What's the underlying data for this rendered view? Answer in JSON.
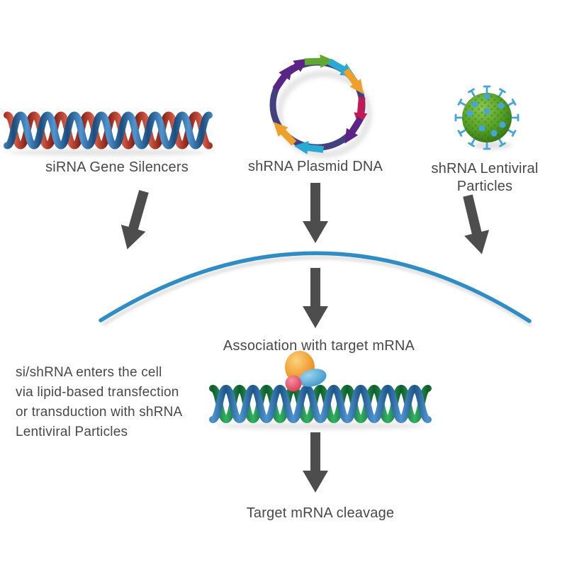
{
  "diagram": {
    "labels": {
      "sirna": "siRNA Gene Silencers",
      "plasmid": "shRNA Plasmid DNA",
      "lentiviral_line1": "shRNA Lentiviral",
      "lentiviral_line2": "Particles",
      "association": "Association with target mRNA",
      "cleavage": "Target mRNA cleavage"
    },
    "note": {
      "line1": "si/shRNA enters the cell",
      "line2": "via lipid-based transfection",
      "line3": "or transduction with shRNA",
      "line4": "Lentiviral Particles"
    },
    "icons": {
      "sirna_helix": "red-blue-double-helix-icon",
      "plasmid": "circular-plasmid-gene-arrows-icon",
      "lentivirus": "green-viral-particle-spikes-icon",
      "membrane": "cell-membrane-arc",
      "risc_complex": "protein-complex-on-mrna-icon",
      "mrna_helix": "green-blue-double-helix-icon",
      "arrows": "gray-down-arrow-icon"
    },
    "colors": {
      "text": "#48484a",
      "arrow": "#4d4d4d",
      "membrane": "#2f8dc3",
      "helix_red": "#c23b27",
      "helix_blue": "#3575b2",
      "helix_green": "#1f8a44",
      "plasmid_ring": "#434080",
      "plasmid_purple": "#5b2487",
      "plasmid_green": "#61a832",
      "plasmid_cyan": "#2aa9d2",
      "plasmid_orange": "#eda02a",
      "plasmid_crimson": "#c21853",
      "virus_green": "#55a026",
      "virus_blue": "#45a6d6",
      "complex_orange": "#f0a035",
      "complex_red": "#e04a5e",
      "complex_blue": "#4aa3d8"
    }
  }
}
